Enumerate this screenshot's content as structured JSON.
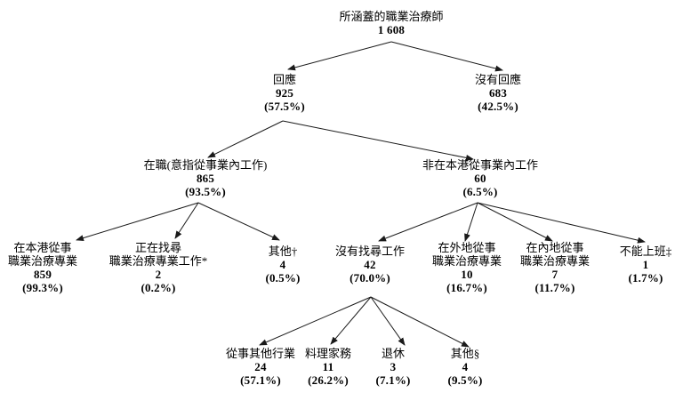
{
  "tree": {
    "root": {
      "label": "所涵蓋的職業治療師",
      "value": "1 608"
    },
    "responded": {
      "label": "回應",
      "value": "925",
      "pct": "(57.5%)"
    },
    "no_response": {
      "label": "沒有回應",
      "value": "683",
      "pct": "(42.5%)"
    },
    "employed": {
      "label": "在職(意指從事業內工作)",
      "value": "865",
      "pct": "(93.5%)"
    },
    "not_in_hk_industry": {
      "label": "非在本港從事業內工作",
      "value": "60",
      "pct": "(6.5%)"
    },
    "practising_in_hk": {
      "label1": "在本港從事",
      "label2": "職業治療專業",
      "value": "859",
      "pct": "(99.3%)"
    },
    "seeking_ot_work": {
      "label1": "正在找尋",
      "label2": "職業治療專業工作*",
      "value": "2",
      "pct": "(0.2%)"
    },
    "others_employed": {
      "label": "其他†",
      "value": "4",
      "pct": "(0.5%)"
    },
    "not_seeking_work": {
      "label": "沒有找尋工作",
      "value": "42",
      "pct": "(70.0%)"
    },
    "practising_overseas": {
      "label1": "在外地從事",
      "label2": "職業治療專業",
      "value": "10",
      "pct": "(16.7%)"
    },
    "practising_mainland": {
      "label1": "在內地從事",
      "label2": "職業治療專業",
      "value": "7",
      "pct": "(11.7%)"
    },
    "unable_to_work": {
      "label": "不能上班‡",
      "value": "1",
      "pct": "(1.7%)"
    },
    "other_industries": {
      "label": "從事其他行業",
      "value": "24",
      "pct": "(57.1%)"
    },
    "homemaking": {
      "label": "料理家務",
      "value": "11",
      "pct": "(26.2%)"
    },
    "retired": {
      "label": "退休",
      "value": "3",
      "pct": "(7.1%)"
    },
    "others_not_seeking": {
      "label": "其他§",
      "value": "4",
      "pct": "(9.5%)"
    }
  },
  "colors": {
    "line": "#1a1a1a",
    "text": "#000000",
    "background": "#ffffff"
  }
}
